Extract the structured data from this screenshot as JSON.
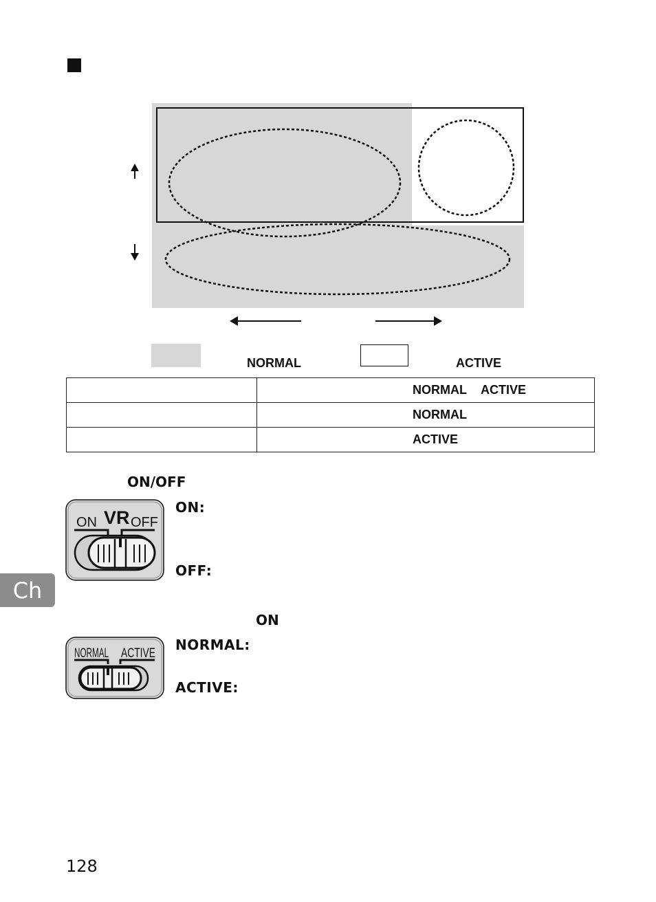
{
  "diagram": {
    "legend": {
      "normal_label": "NORMAL",
      "active_label": "ACTIVE"
    }
  },
  "table": {
    "rows": [
      {
        "col1": "",
        "col2_a": "NORMAL",
        "col2_b": "ACTIVE"
      },
      {
        "col1": "",
        "col2_a": "NORMAL",
        "col2_b": ""
      },
      {
        "col1": "",
        "col2_a": "ACTIVE",
        "col2_b": ""
      }
    ]
  },
  "vr_switch": {
    "heading": "ON/OFF",
    "image_labels": {
      "on": "ON",
      "logo": "VR",
      "off": "OFF"
    },
    "items": [
      {
        "label": "ON:"
      },
      {
        "label": "OFF:"
      }
    ]
  },
  "mode_switch": {
    "heading": "ON",
    "image_labels": {
      "normal": "NORMAL",
      "active": "ACTIVE"
    },
    "items": [
      {
        "label": "NORMAL:"
      },
      {
        "label": "ACTIVE:"
      }
    ]
  },
  "chapter_tab": "Ch",
  "page_number": "128"
}
